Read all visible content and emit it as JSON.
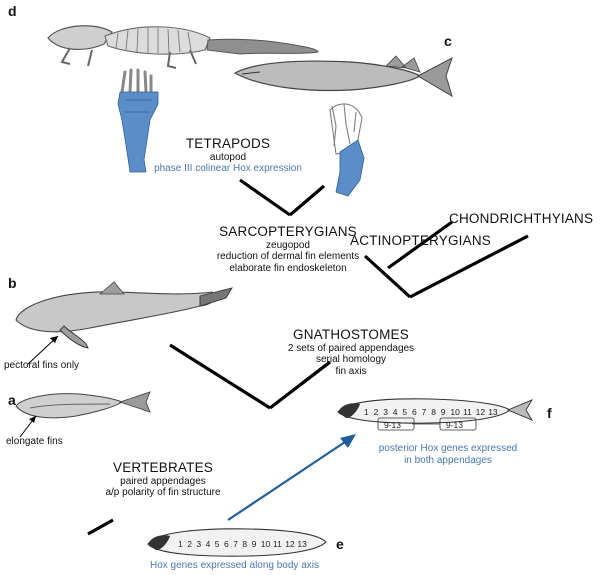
{
  "panels": [
    "d",
    "c",
    "b",
    "a",
    "f",
    "e"
  ],
  "colors": {
    "tree": "#000000",
    "expression_blue": "#4a78b3",
    "arrow_blue": "#1f5d9c",
    "fossil_gray": "#9a9a9a"
  },
  "clades": {
    "tetrapods": {
      "name": "TETRAPODS",
      "traits": [
        "autopod"
      ],
      "highlight": "phase III colinear Hox expression"
    },
    "sarcopterygians": {
      "name": "SARCOPTERYGIANS",
      "traits": [
        "zeugopod",
        "reduction of dermal fin elements",
        "elaborate fin endoskeleton"
      ]
    },
    "actinopterygians": {
      "name": "ACTINOPTERYGIANS"
    },
    "chondrichthyians": {
      "name": "CHONDRICHTHYIANS"
    },
    "gnathostomes": {
      "name": "GNATHOSTOMES",
      "traits": [
        "2 sets of paired appendages",
        "serial  homology",
        "fin axis"
      ]
    },
    "vertebrates": {
      "name": "VERTEBRATES",
      "traits": [
        "paired appendages",
        "a/p polarity of fin structure"
      ]
    }
  },
  "annotations": {
    "b": "pectoral fins only",
    "a": "elongate fins",
    "f": "posterior Hox genes expressed\nin both appendages",
    "e": "Hox genes expressed along body axis"
  },
  "hox": {
    "axis_numbers": [
      "1",
      "2",
      "3",
      "4",
      "5",
      "6",
      "7",
      "8",
      "9",
      "10",
      "11",
      "12",
      "13"
    ],
    "fin_domains": [
      "9-13",
      "9-13"
    ]
  }
}
